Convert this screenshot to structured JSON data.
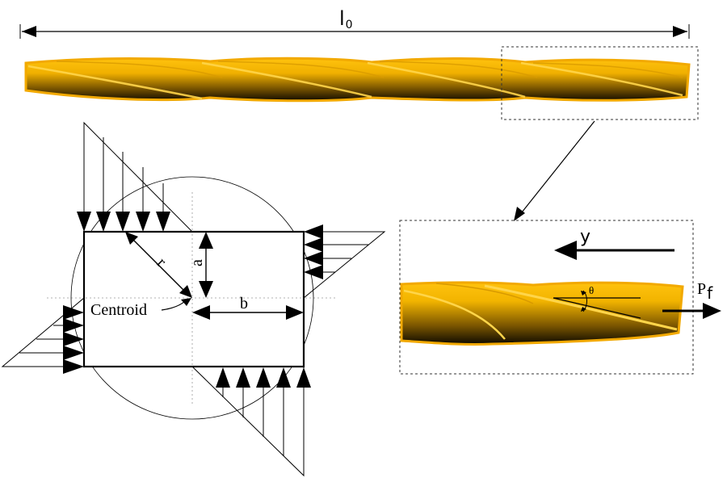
{
  "labels": {
    "length": "l",
    "length_subscript": "0",
    "radius": "r",
    "half_height": "a",
    "half_width": "b",
    "centroid": "Centroid",
    "axis": "y",
    "angle": "θ",
    "force": "P",
    "force_subscript": "f"
  },
  "colors": {
    "rope_light": "#ffc20e",
    "rope_mid": "#e8a800",
    "rope_dark": "#1a1200",
    "rope_outline": "#f2a900",
    "line": "#000000",
    "guide": "#999999"
  }
}
